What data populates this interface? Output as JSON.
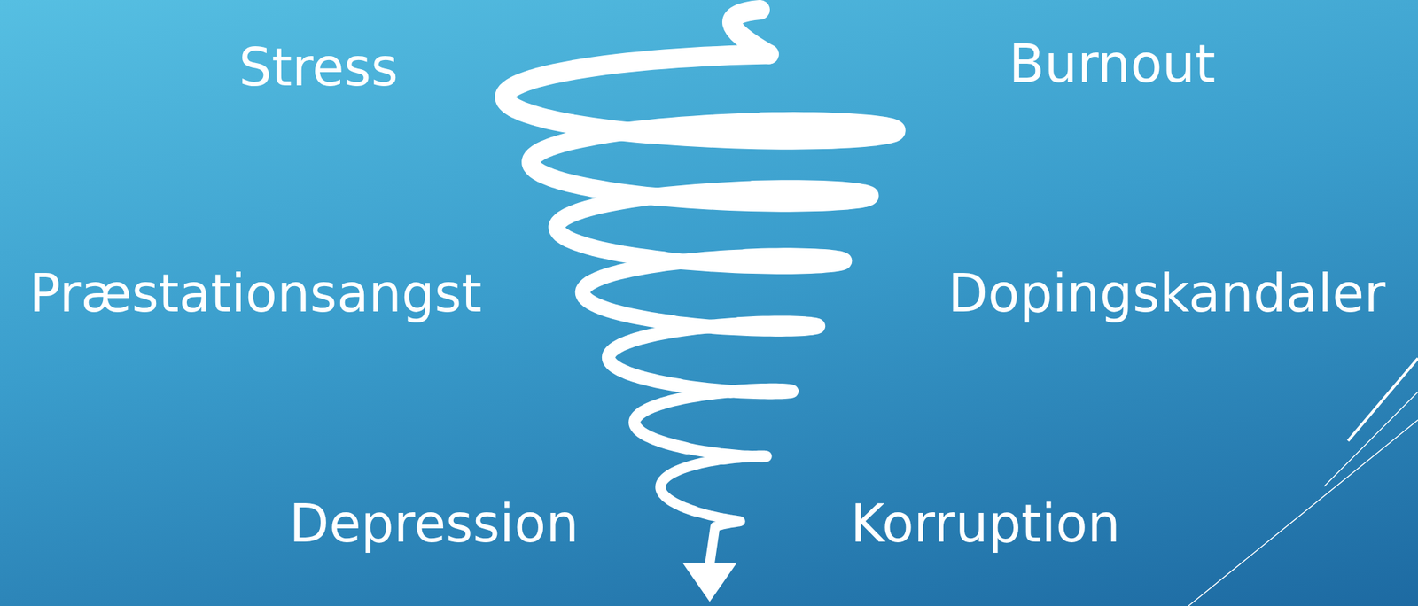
{
  "diagram": {
    "labels": [
      "Stress",
      "Burnout",
      "Præstationsangst",
      "Dopingskandaler",
      "Depression",
      "Korruption"
    ]
  }
}
